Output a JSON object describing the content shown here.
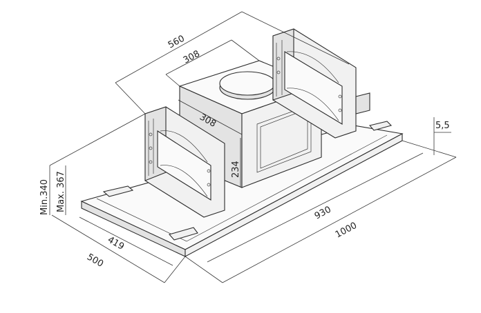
{
  "dimensions": {
    "d560": "560",
    "d308_top": "308",
    "d308_side": "308",
    "d234": "234",
    "d5_5": "5,5",
    "d930": "930",
    "d1000": "1000",
    "d419": "419",
    "d500": "500",
    "min_height": "Min.340",
    "max_height": "Max. 367"
  }
}
